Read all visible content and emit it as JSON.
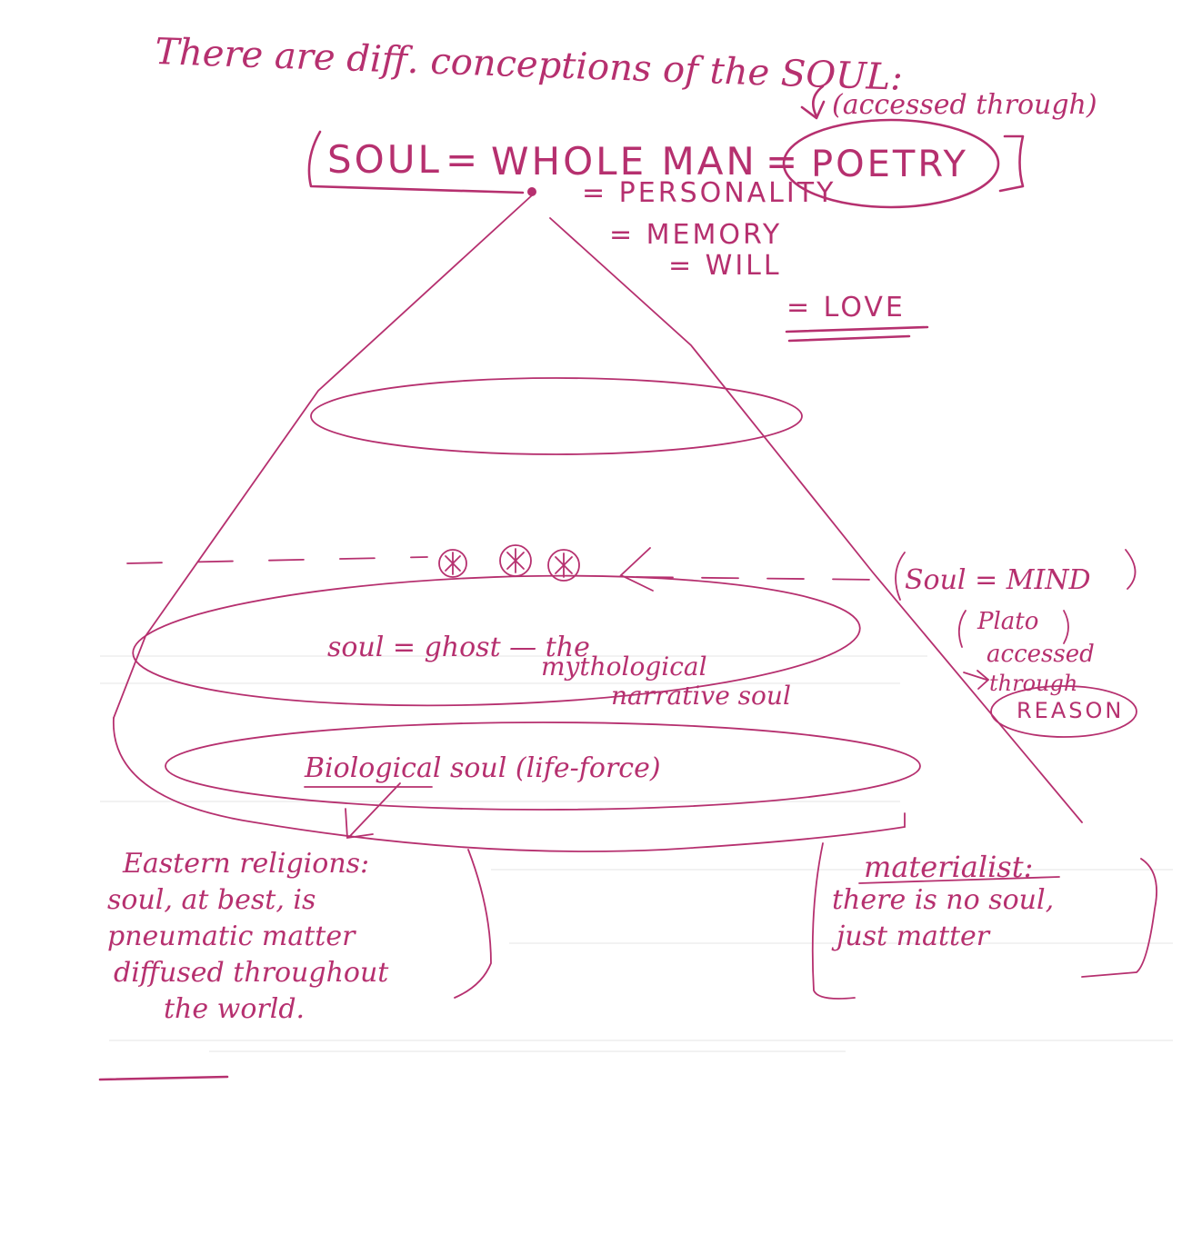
{
  "heading": "There are diff. conceptions of the SOUL:",
  "top_note": "(accessed through)",
  "main_equation": {
    "soul": "SOUL",
    "equals_1": "=",
    "whole_man": "WHOLE MAN",
    "equals_2": "=",
    "poetry": "POETRY"
  },
  "equivalents": [
    "= PERSONALITY",
    "= MEMORY",
    "= WILL",
    "= LOVE"
  ],
  "mind_note": {
    "title": "Soul = MIND",
    "plato": "Plato",
    "accessed": "accessed",
    "through": "through",
    "reason": "REASON"
  },
  "ghost_level": {
    "line1": "soul = ghost — the",
    "line2": "mythological",
    "line3": "narrative soul"
  },
  "biological_level": "Biological soul (life-force)",
  "eastern_note": [
    "Eastern religions:",
    "soul, at best, is",
    "pneumatic matter",
    "diffused throughout",
    "the world."
  ],
  "materialist_note": {
    "title": "materialist:",
    "line1": "there is no soul,",
    "line2": "just matter"
  },
  "colors": {
    "ink": "#b6306f",
    "paper": "#ffffff"
  },
  "icons": [
    "asterisk-circle-icon",
    "asterisk-circle-icon",
    "asterisk-circle-icon",
    "arrow-left-icon"
  ]
}
